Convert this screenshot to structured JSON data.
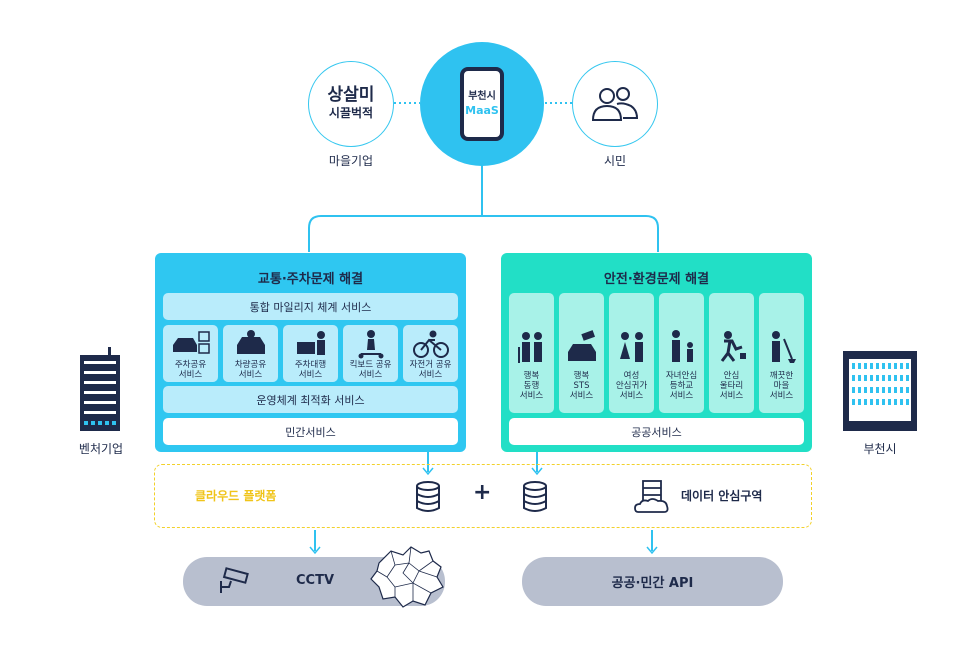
{
  "hub": {
    "line1": "부천시",
    "line2": "MaaS"
  },
  "village": {
    "logo_text_1": "상살미",
    "logo_text_2": "시끌벅적",
    "caption": "마을기업"
  },
  "citizen": {
    "caption": "시민"
  },
  "left_panel": {
    "title": "교통·주차문제 해결",
    "top_bar": "통합 마일리지 체계 서비스",
    "tiles": [
      {
        "label": "주차공유\n서비스",
        "icon": "car-parking-icon"
      },
      {
        "label": "차량공유\n서비스",
        "icon": "car-share-icon"
      },
      {
        "label": "주차대행\n서비스",
        "icon": "valet-parking-icon"
      },
      {
        "label": "킥보드 공유\n서비스",
        "icon": "kickboard-icon"
      },
      {
        "label": "자전거 공유\n서비스",
        "icon": "bicycle-icon"
      }
    ],
    "mid_bar": "운영체계 최적화 서비스",
    "bottom_bar": "민간서비스"
  },
  "right_panel": {
    "title": "안전·환경문제 해결",
    "tiles": [
      {
        "label": "행복\n동행\n서비스",
        "icon": "elderly-couple-icon"
      },
      {
        "label": "행복\nSTS\n서비스",
        "icon": "car-camera-icon"
      },
      {
        "label": "여성\n안심귀가\n서비스",
        "icon": "woman-guard-icon"
      },
      {
        "label": "자녀안심\n등하교\n서비스",
        "icon": "parent-child-icon"
      },
      {
        "label": "안심\n울타리\n서비스",
        "icon": "runner-icon"
      },
      {
        "label": "깨끗한\n마을\n서비스",
        "icon": "sweeper-icon"
      }
    ],
    "bottom_bar": "공공서비스"
  },
  "venture": {
    "caption": "벤처기업"
  },
  "bucheon": {
    "caption": "부천시"
  },
  "platform": {
    "label": "클라우드 플랫폼",
    "plus": "+",
    "data_zone": "데이터 안심구역"
  },
  "cctv": {
    "label": "CCTV"
  },
  "api": {
    "label": "공공·민간 API"
  },
  "colors": {
    "accent_blue": "#2fc2f0",
    "accent_teal": "#26e0c8",
    "dark_navy": "#1e2a4a",
    "platform_yellow": "#f2d12a",
    "pill_gray": "#b8bfcf"
  }
}
